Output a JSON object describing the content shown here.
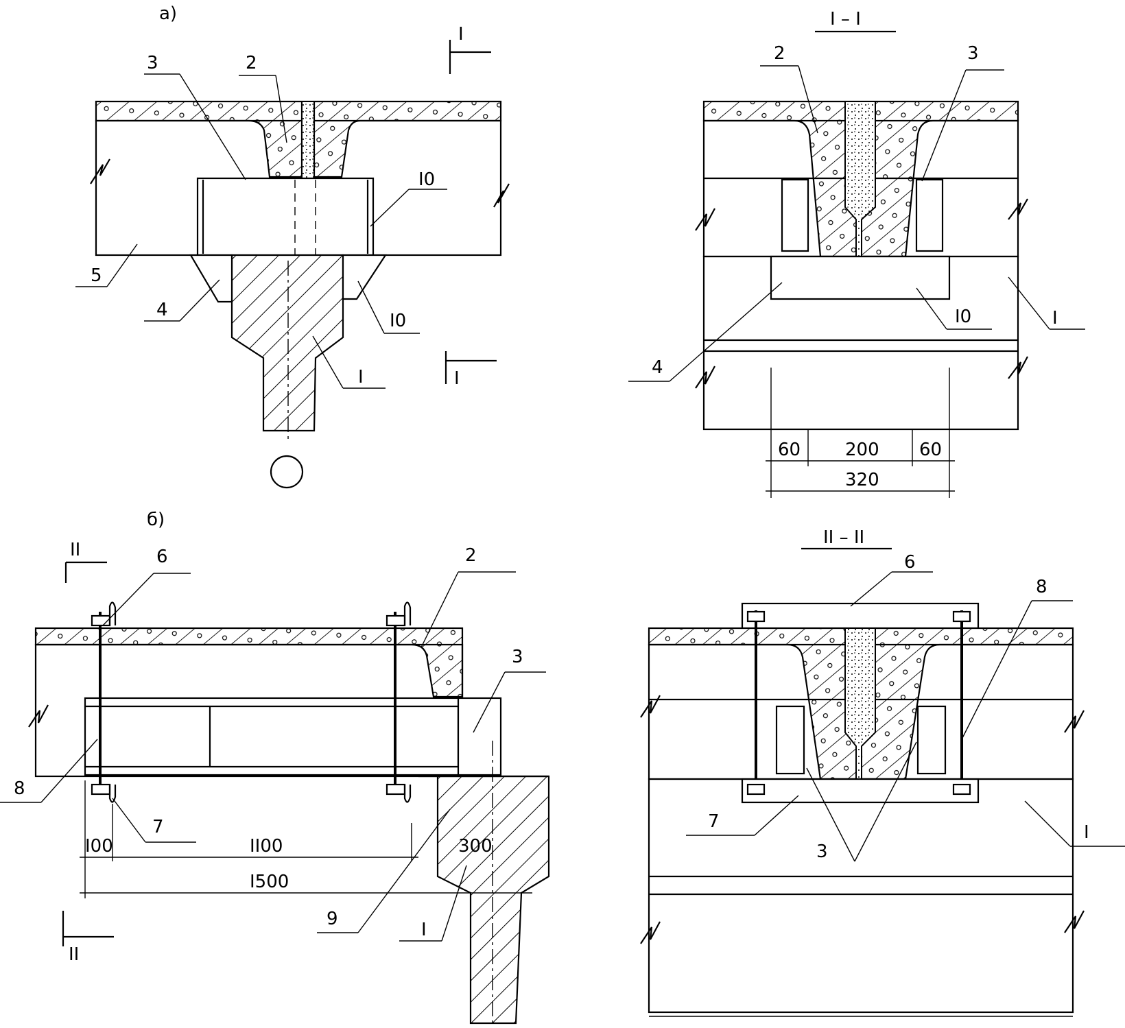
{
  "views": {
    "a": {
      "title": "а)"
    },
    "b": {
      "title": "б)"
    },
    "section_1": {
      "title": "I – I"
    },
    "section_2": {
      "title": "II – II"
    }
  },
  "section_marks": {
    "one": "I",
    "two": "II"
  },
  "labels": {
    "a": [
      "3",
      "2",
      "I0",
      "5",
      "4",
      "I0",
      "I"
    ],
    "section_1": [
      "2",
      "3",
      "4",
      "I0",
      "I"
    ],
    "b": [
      "6",
      "2",
      "3",
      "8",
      "7",
      "9",
      "I"
    ],
    "section_2": [
      "6",
      "8",
      "7",
      "3",
      "I"
    ]
  },
  "dimensions": {
    "section_1": [
      "60",
      "200",
      "60",
      "320"
    ],
    "b": [
      "I00",
      "II00",
      "300",
      "I500"
    ]
  }
}
